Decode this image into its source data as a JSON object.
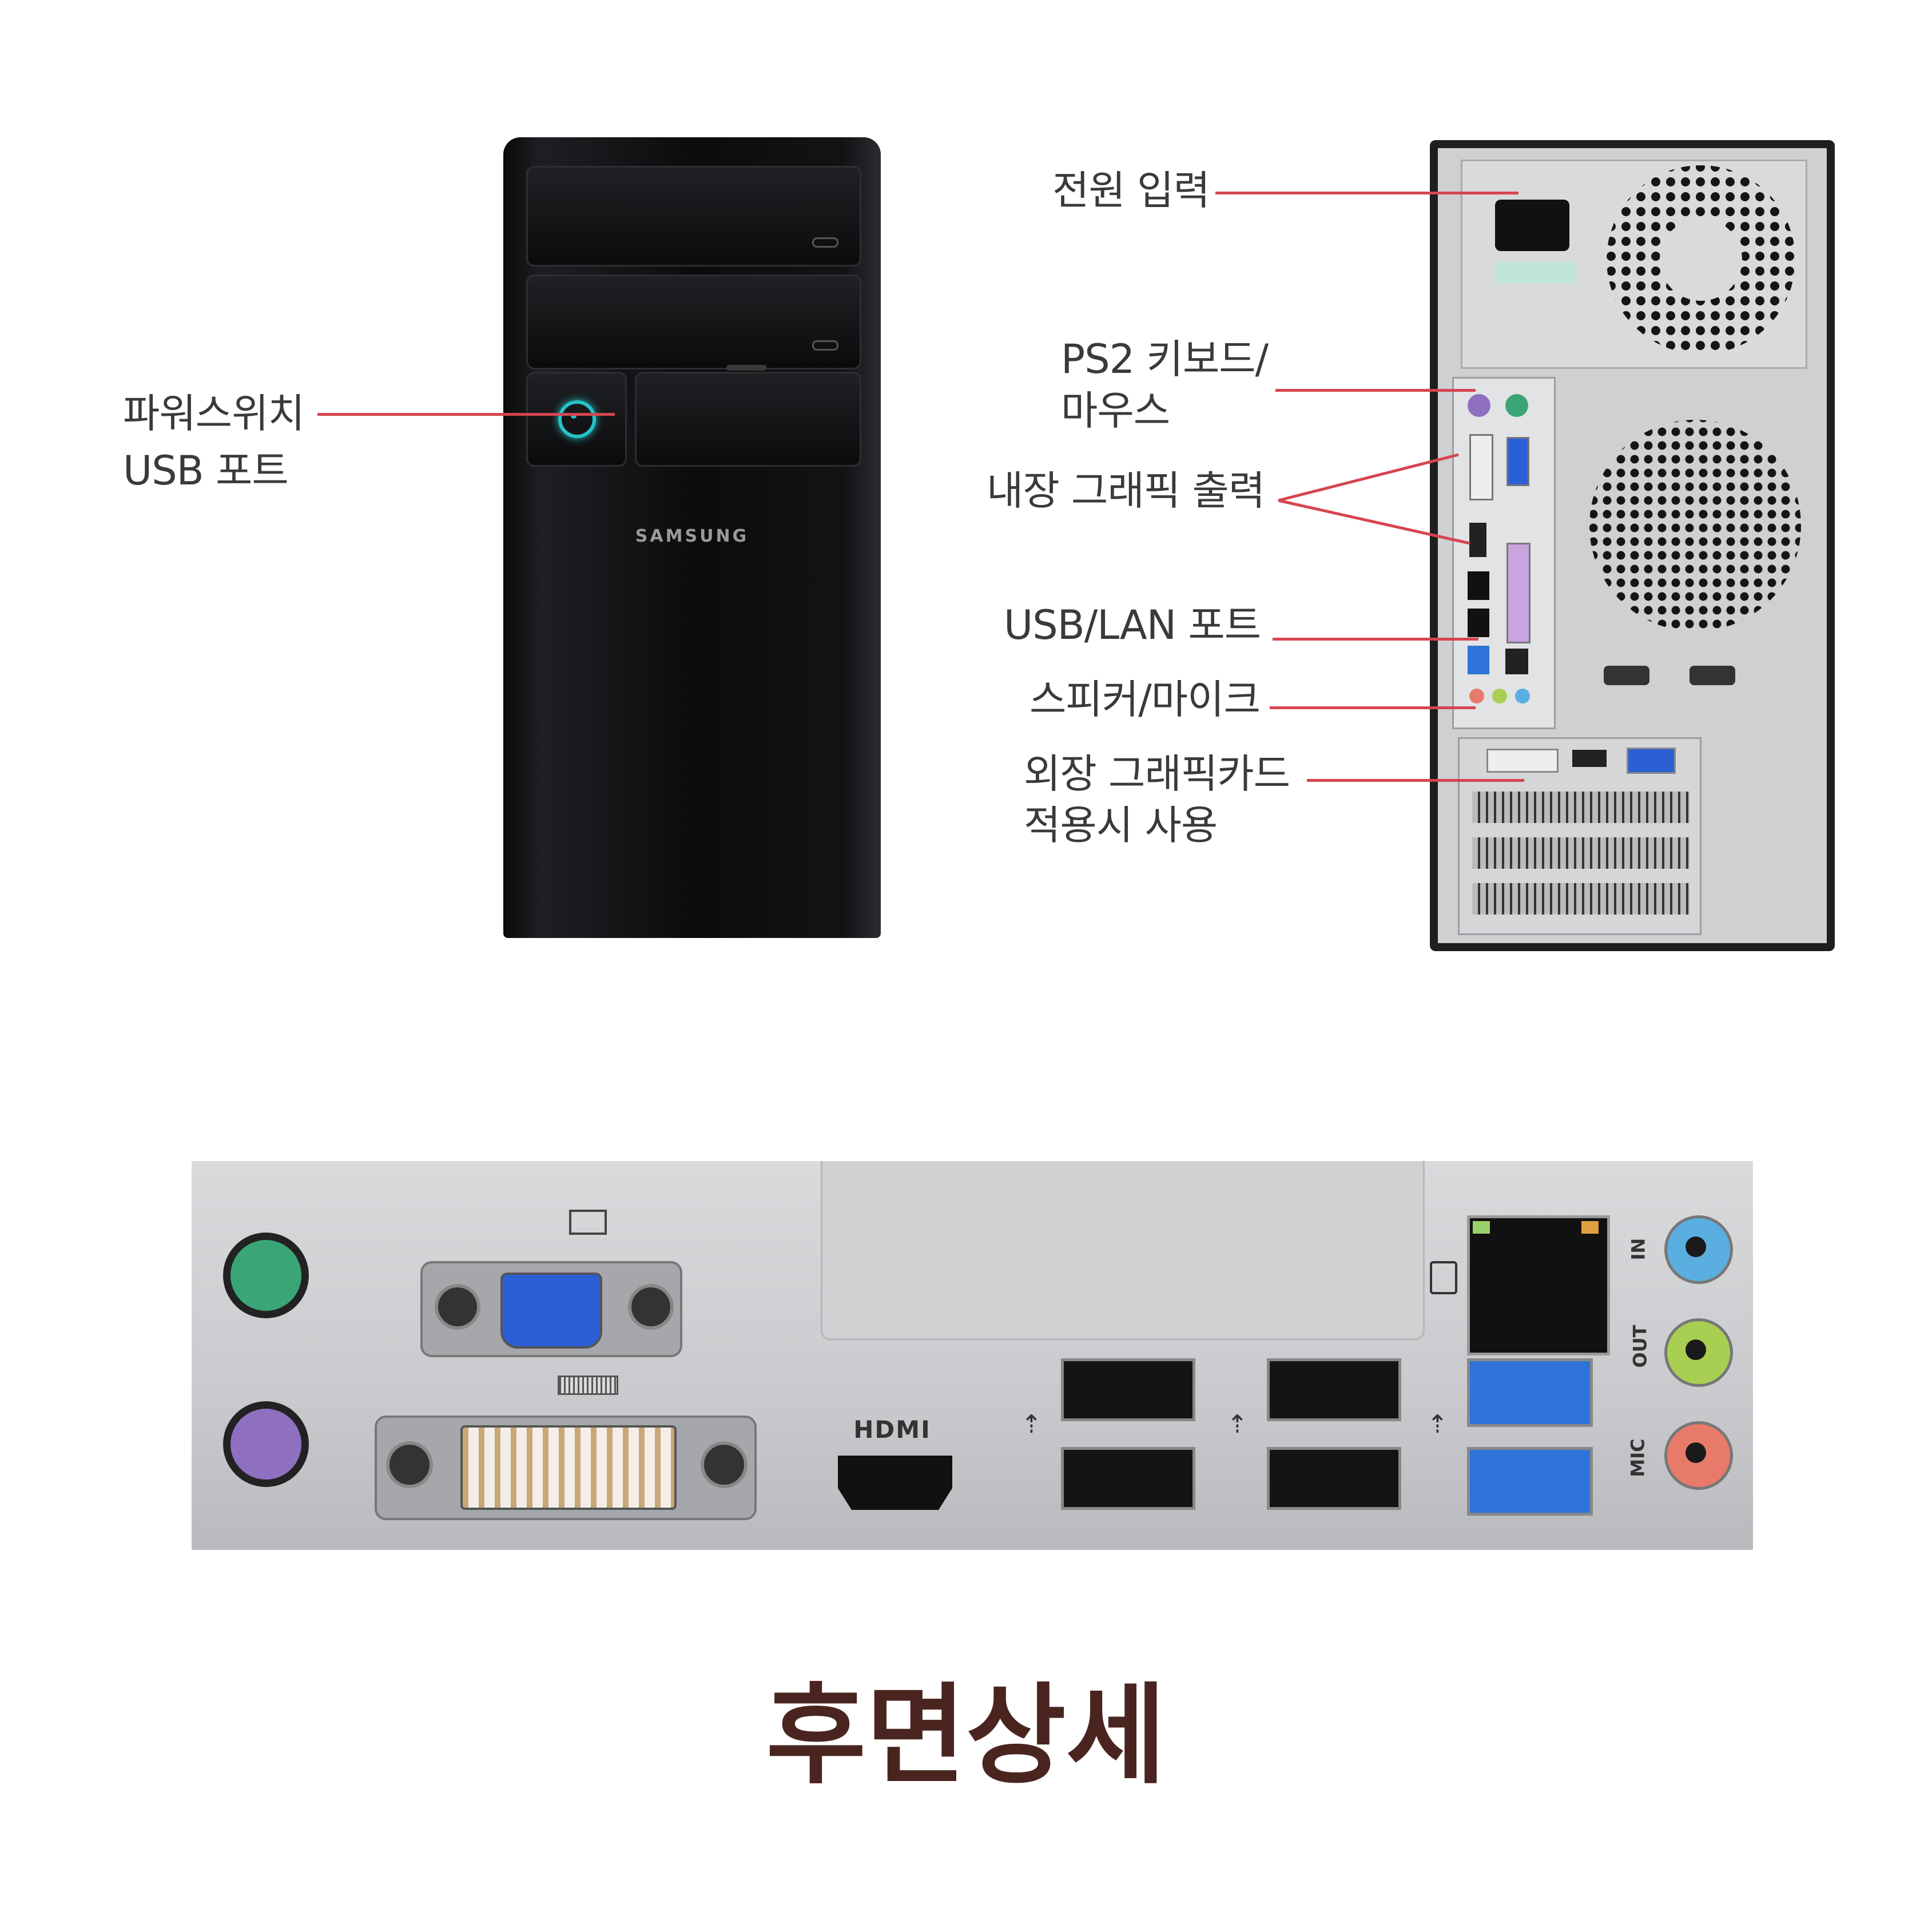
{
  "front_panel": {
    "brand_logo": "SAMSUNG",
    "callout_power": "파워스위치",
    "callout_usb": "USB 포트"
  },
  "rear_panel": {
    "callouts": [
      {
        "id": "power-input",
        "lines": [
          "전원 입력"
        ]
      },
      {
        "id": "ps2",
        "lines": [
          "PS2 키보드/",
          "마우스"
        ]
      },
      {
        "id": "onboard-graphics",
        "lines": [
          "내장 그래픽 출력"
        ]
      },
      {
        "id": "usb-lan",
        "lines": [
          "USB/LAN 포트"
        ]
      },
      {
        "id": "audio",
        "lines": [
          "스피커/마이크"
        ]
      },
      {
        "id": "external-graphics",
        "lines": [
          "외장 그래픽카드",
          "적용시 사용"
        ]
      }
    ]
  },
  "io_closeup": {
    "hdmi_text": "HDMI",
    "audio_labels": [
      "IN",
      "OUT",
      "MIC"
    ],
    "colors": {
      "ps2_keyboard": "#8f6fc0",
      "ps2_mouse": "#3aa678",
      "vga": "#2b5fd6",
      "usb3": "#2f73d8",
      "audio_in": "#5aaee0",
      "audio_out": "#a8cf52",
      "mic": "#e87a6a"
    }
  },
  "page_title": "후면상세",
  "colors": {
    "leader": "#d64550",
    "title": "#4a2520"
  }
}
